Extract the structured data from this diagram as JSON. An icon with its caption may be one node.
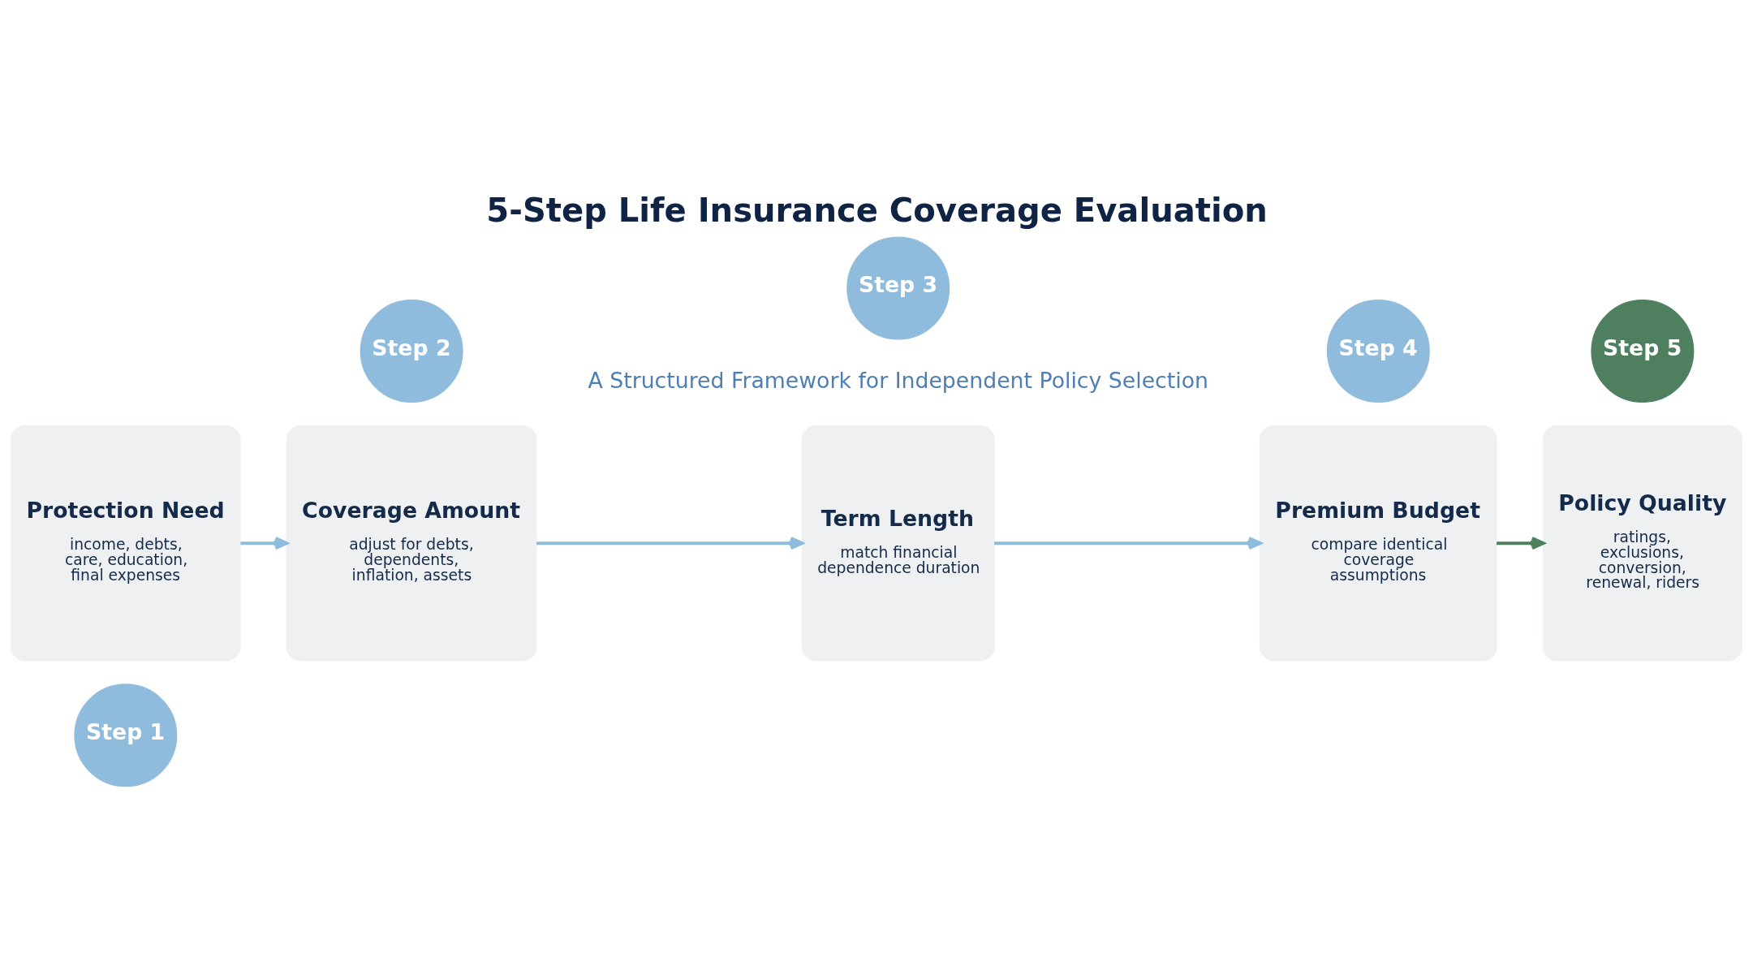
{
  "diagram": {
    "title": "5-Step Life Insurance Coverage Evaluation",
    "nodes": [
      {
        "text": [
          "Step 1"
        ]
      },
      {
        "text": [
          "Protection Need",
          "income, debts, care, education, final expenses"
        ]
      },
      {
        "text": [
          "Step 2"
        ]
      },
      {
        "text": [
          "Coverage Amount",
          "adjust for debts, dependents, inflation, assets"
        ]
      },
      {
        "text": [
          "Step 3"
        ]
      },
      {
        "text": [
          "Term Length",
          "match financial dependence duration"
        ]
      },
      {
        "text": [
          "Step 4"
        ]
      },
      {
        "text": [
          "Premium Budget",
          "compare identical coverage assumptions"
        ]
      },
      {
        "text": [
          "Step 5"
        ]
      },
      {
        "text": [
          "Policy Quality",
          "ratings, exclusions, conversion, renewal, riders"
        ]
      }
    ],
    "edges": [
      {
        "from": 1,
        "to": 3,
        "arrow": "to"
      },
      {
        "from": 3,
        "to": 5,
        "arrow": "to"
      },
      {
        "from": 5,
        "to": 7,
        "arrow": "to"
      },
      {
        "from": 7,
        "to": 9,
        "arrow": "to",
        "color": "#4e7f5e"
      }
    ],
    "labels": [
      "A Structured Framework for Independent Policy Selection"
    ]
  }
}
